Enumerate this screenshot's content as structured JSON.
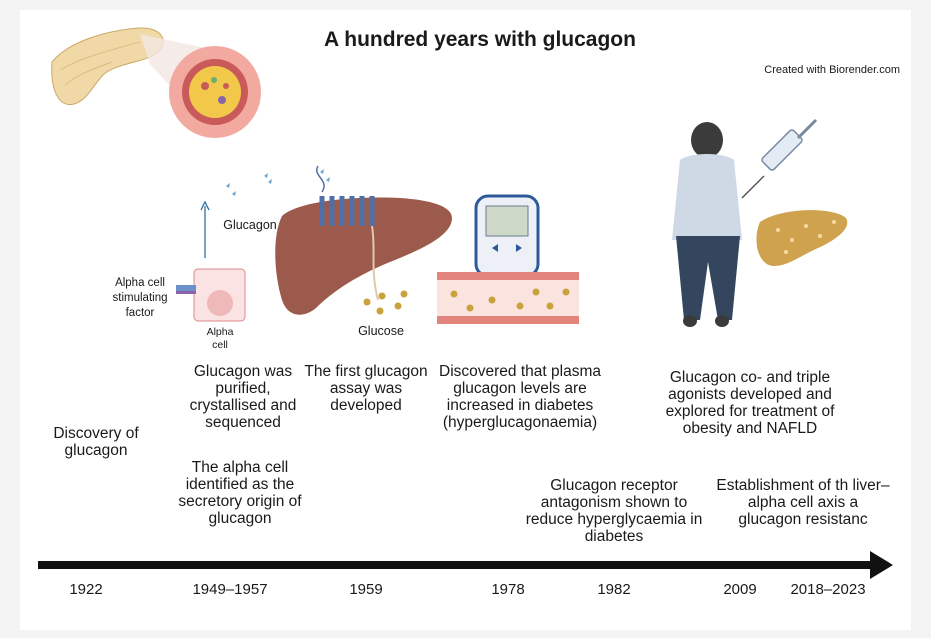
{
  "title": "A hundred years with glucagon",
  "credit": "Created with Biorender.com",
  "labels": {
    "glucagon": "Glucagon",
    "alpha_cell_factor": "Alpha cell stimulating factor",
    "alpha_cell": "Alpha cell",
    "glucose": "Glucose"
  },
  "events": [
    {
      "year": "1922",
      "text": "Discovery of glucagon"
    },
    {
      "year": "1949–1957",
      "text": "Glucagon was purified, crystallised and sequenced",
      "text2": "The alpha cell identified as the secretory origin of glucagon"
    },
    {
      "year": "1959",
      "text": "The first glucagon assay was developed"
    },
    {
      "year": "1978",
      "text": "Discovered that plasma glucagon levels are increased in diabetes (hyperglucagonaemia)"
    },
    {
      "year": "1982",
      "text": "Glucagon receptor antagonism shown to reduce hyperglycaemia in diabetes"
    },
    {
      "year": "2009",
      "text": "Glucagon co- and triple agonists developed and explored for treatment of obesity and NAFLD"
    },
    {
      "year": "2018–2023",
      "text": "Establishment of th liver–alpha cell axis a glucagon resistanc"
    }
  ],
  "colors": {
    "liver": "#9c5a4c",
    "receptor": "#4f6fa8",
    "vessel": "#e3847c",
    "glucose": "#c9a23a",
    "fatty_liver": "#cfa24e",
    "axis": "#111111"
  }
}
